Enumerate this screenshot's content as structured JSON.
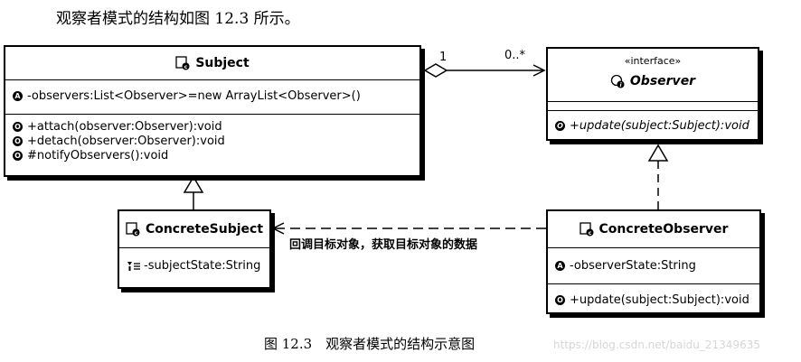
{
  "intro_text": "观察者模式的结构如图 12.3 所示。",
  "subject": {
    "name": "Subject",
    "attribute": "-observers:List<Observer>=new ArrayList<Observer>()",
    "operations": [
      "+attach(observer:Observer):void",
      "+detach(observer:Observer):void",
      "#notifyObservers():void"
    ]
  },
  "observer": {
    "stereotype": "«interface»",
    "name": "Observer",
    "operation": "+update(subject:Subject):void"
  },
  "concrete_subject": {
    "name": "ConcreteSubject",
    "attribute": "-subjectState:String"
  },
  "concrete_observer": {
    "name": "ConcreteObserver",
    "attribute": "-observerState:String",
    "operation": "+update(subject:Subject):void"
  },
  "association": {
    "source_multiplicity": "1",
    "target_multiplicity": "0..*"
  },
  "dependency_note": "回调目标对象，获取目标对象的数据",
  "caption": "图 12.3　观察者模式的结构示意图",
  "watermark": "https://blog.csdn.net/baidu_21349635"
}
